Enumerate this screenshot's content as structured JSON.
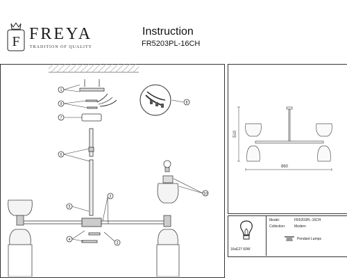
{
  "header": {
    "brand": "FREYA",
    "tagline": "TRADITION OF QUALITY",
    "title": "Instruction",
    "model_code": "FR5203PL-16CH"
  },
  "callouts": [
    "1",
    "2",
    "3",
    "4",
    "5",
    "6",
    "7",
    "8",
    "9",
    "10"
  ],
  "dimensions": {
    "height": "510",
    "width": "860"
  },
  "info": {
    "bulb_spec": "16xE27 60W",
    "model_key": "Model:",
    "model_val": "FR5203PL-16CH",
    "collection_key": "Collection:",
    "collection_val": "Modern",
    "type_label": "Pendant Lamps"
  }
}
